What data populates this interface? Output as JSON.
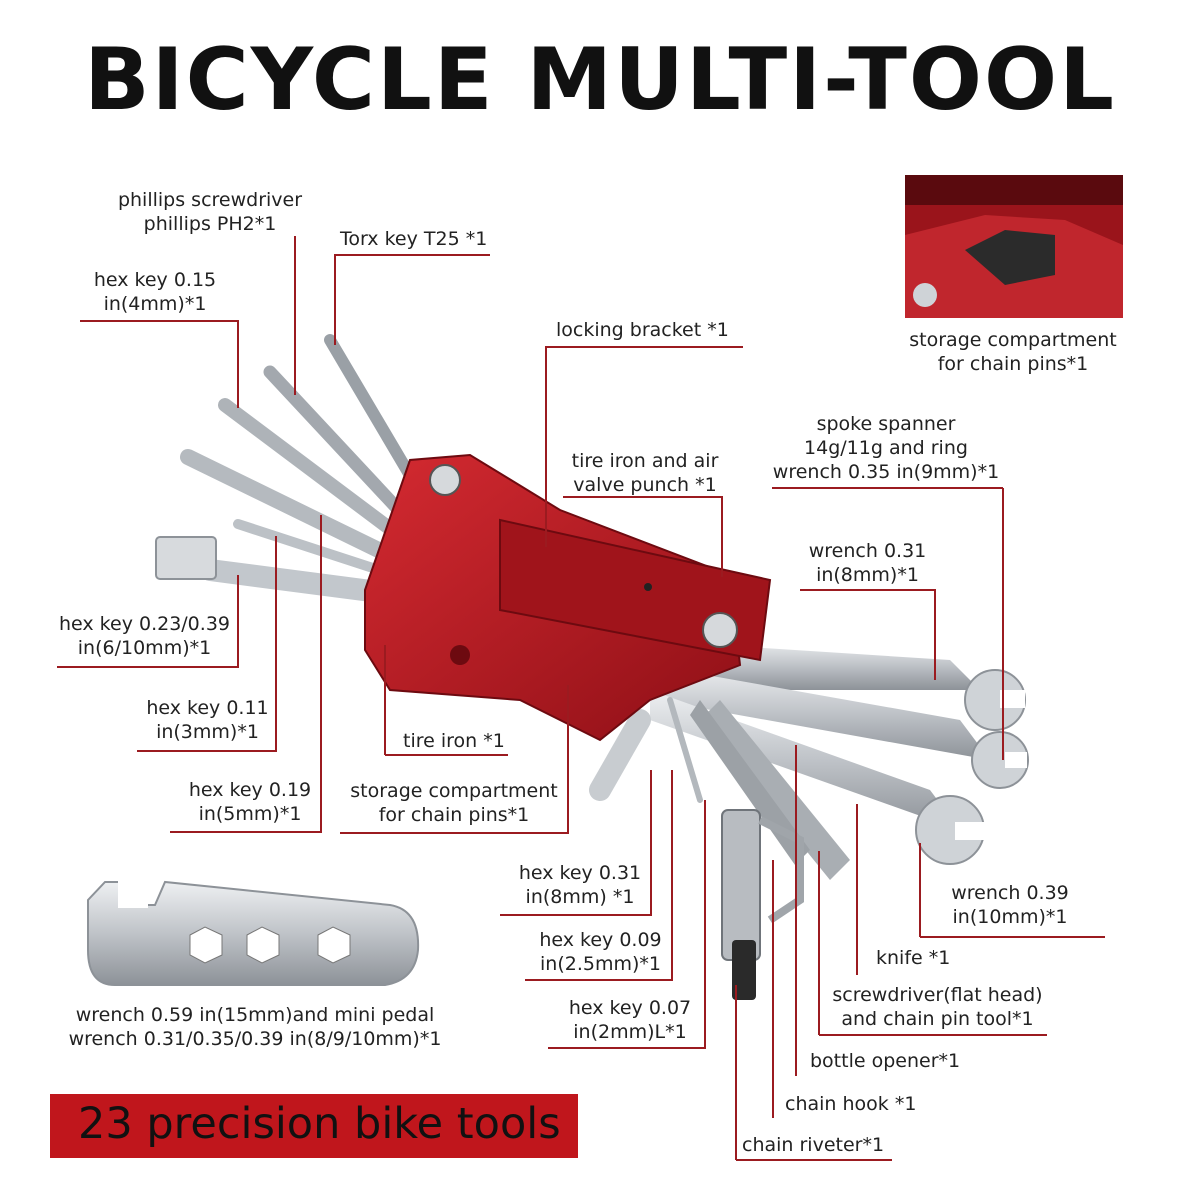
{
  "title": "BICYCLE MULTI-TOOL",
  "banner": "23 precision bike tools",
  "labels": {
    "phillips_1": "phillips screwdriver",
    "phillips_2": "phillips PH2*1",
    "torx": "Torx key T25 *1",
    "hex4_1": "hex key 0.15",
    "hex4_2": "in(4mm)*1",
    "locking": "locking bracket *1",
    "storage_top_1": "storage compartment",
    "storage_top_2": "for chain pins*1",
    "spoke_1": "spoke spanner",
    "spoke_2": "14g/11g and ring",
    "spoke_3": "wrench 0.35 in(9mm)*1",
    "tireiron_air_1": "tire iron and air",
    "tireiron_air_2": "valve punch *1",
    "wrench8_1": "wrench 0.31",
    "wrench8_2": "in(8mm)*1",
    "hex610_1": "hex key 0.23/0.39",
    "hex610_2": "in(6/10mm)*1",
    "hex3_1": "hex key 0.11",
    "hex3_2": "in(3mm)*1",
    "tireiron": "tire iron *1",
    "hex5_1": "hex key 0.19",
    "hex5_2": "in(5mm)*1",
    "storage_mid_1": "storage compartment",
    "storage_mid_2": "for chain pins*1",
    "hex8_1": "hex key 0.31",
    "hex8_2": "in(8mm) *1",
    "hex25_1": "hex key 0.09",
    "hex25_2": "in(2.5mm)*1",
    "hex2_1": "hex key 0.07",
    "hex2_2": "in(2mm)L*1",
    "wrench10_1": "wrench 0.39",
    "wrench10_2": "in(10mm)*1",
    "knife": "knife *1",
    "screwdriver_1": "screwdriver(flat head)",
    "screwdriver_2": "and chain pin tool*1",
    "bottle": "bottle opener*1",
    "chainhook": "chain hook *1",
    "riveter": "chain riveter*1",
    "pedal_1": "wrench 0.59 in(15mm)and mini pedal",
    "pedal_2": "wrench 0.31/0.35/0.39 in(8/9/10mm)*1"
  },
  "colors": {
    "tool_red": "#b3121c",
    "leader_red": "#9b1b20",
    "steel": "#c9ccd0"
  }
}
